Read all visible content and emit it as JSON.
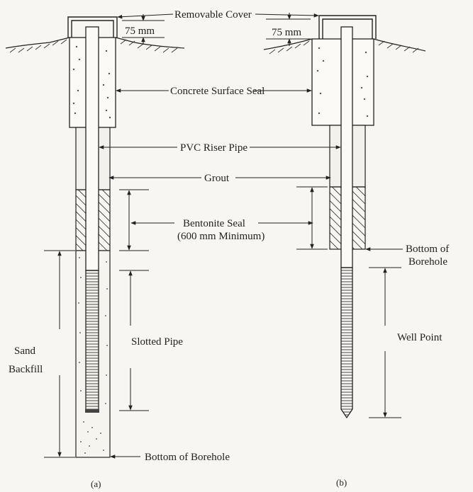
{
  "labels": {
    "removable_cover": "Removable Cover",
    "dim_left": "75 mm",
    "dim_right": "75 mm",
    "concrete_seal": "Concrete Surface Seal",
    "pvc_riser": "PVC Riser Pipe",
    "grout": "Grout",
    "bentonite_line1": "Bentonite Seal",
    "bentonite_line2": "(600 mm Minimum)",
    "bottom_borehole_a": "Bottom of Borehole",
    "bottom_borehole_b_line1": "Bottom of",
    "bottom_borehole_b_line2": "Borehole",
    "sand_line1": "Sand",
    "sand_line2": "Backfill",
    "slotted_pipe": "Slotted Pipe",
    "well_point": "Well Point",
    "caption_a": "(a)",
    "caption_b": "(b)"
  },
  "colors": {
    "ink": "#222222",
    "paper": "#f7f6f3"
  }
}
